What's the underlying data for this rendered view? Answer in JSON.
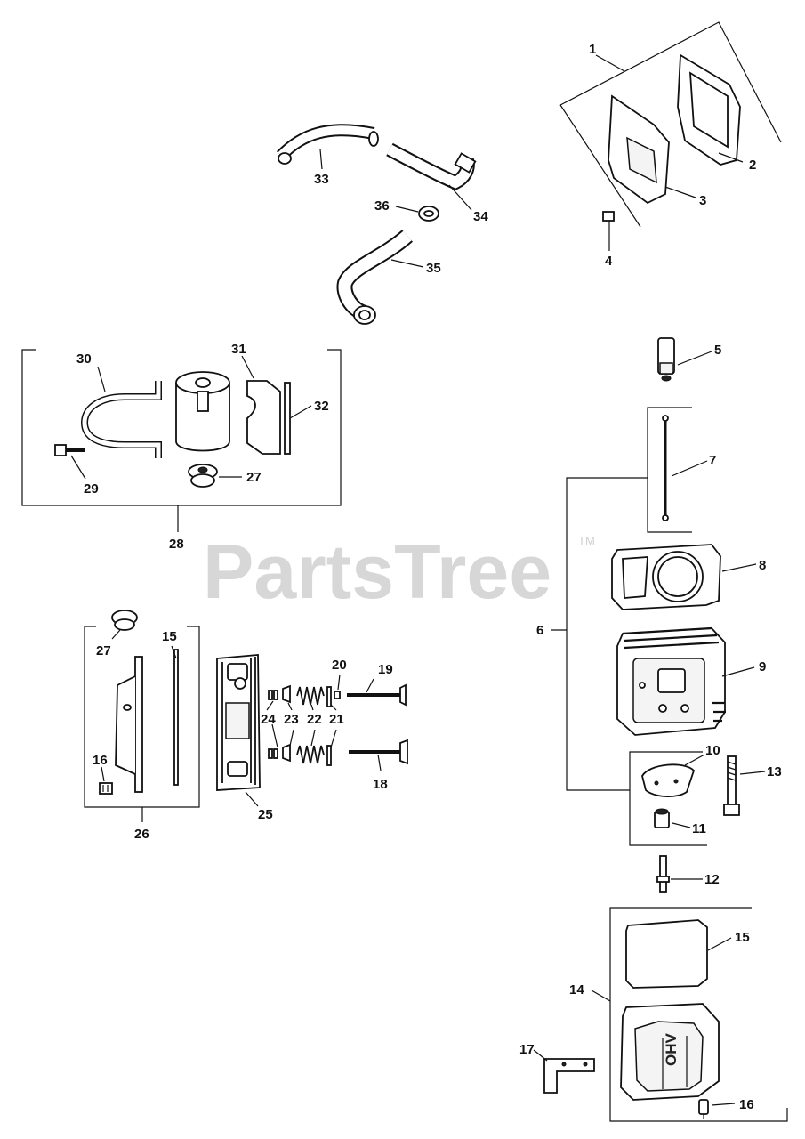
{
  "watermark": {
    "text": "PartsTree",
    "tm": "TM"
  },
  "callouts": {
    "c1": "1",
    "c2": "2",
    "c3": "3",
    "c4": "4",
    "c5": "5",
    "c6": "6",
    "c7": "7",
    "c8": "8",
    "c9": "9",
    "c10": "10",
    "c11": "11",
    "c12": "12",
    "c13": "13",
    "c14": "14",
    "c15a": "15",
    "c15b": "15",
    "c16a": "16",
    "c16b": "16",
    "c17": "17",
    "c18": "18",
    "c19": "19",
    "c20": "20",
    "c21": "21",
    "c22": "22",
    "c23": "23",
    "c24": "24",
    "c25": "25",
    "c26": "26",
    "c27a": "27",
    "c27b": "27",
    "c28": "28",
    "c29": "29",
    "c30": "30",
    "c31": "31",
    "c32": "32",
    "c33": "33",
    "c34": "34",
    "c35": "35",
    "c36": "36"
  },
  "valve_cover_text": "OHV"
}
